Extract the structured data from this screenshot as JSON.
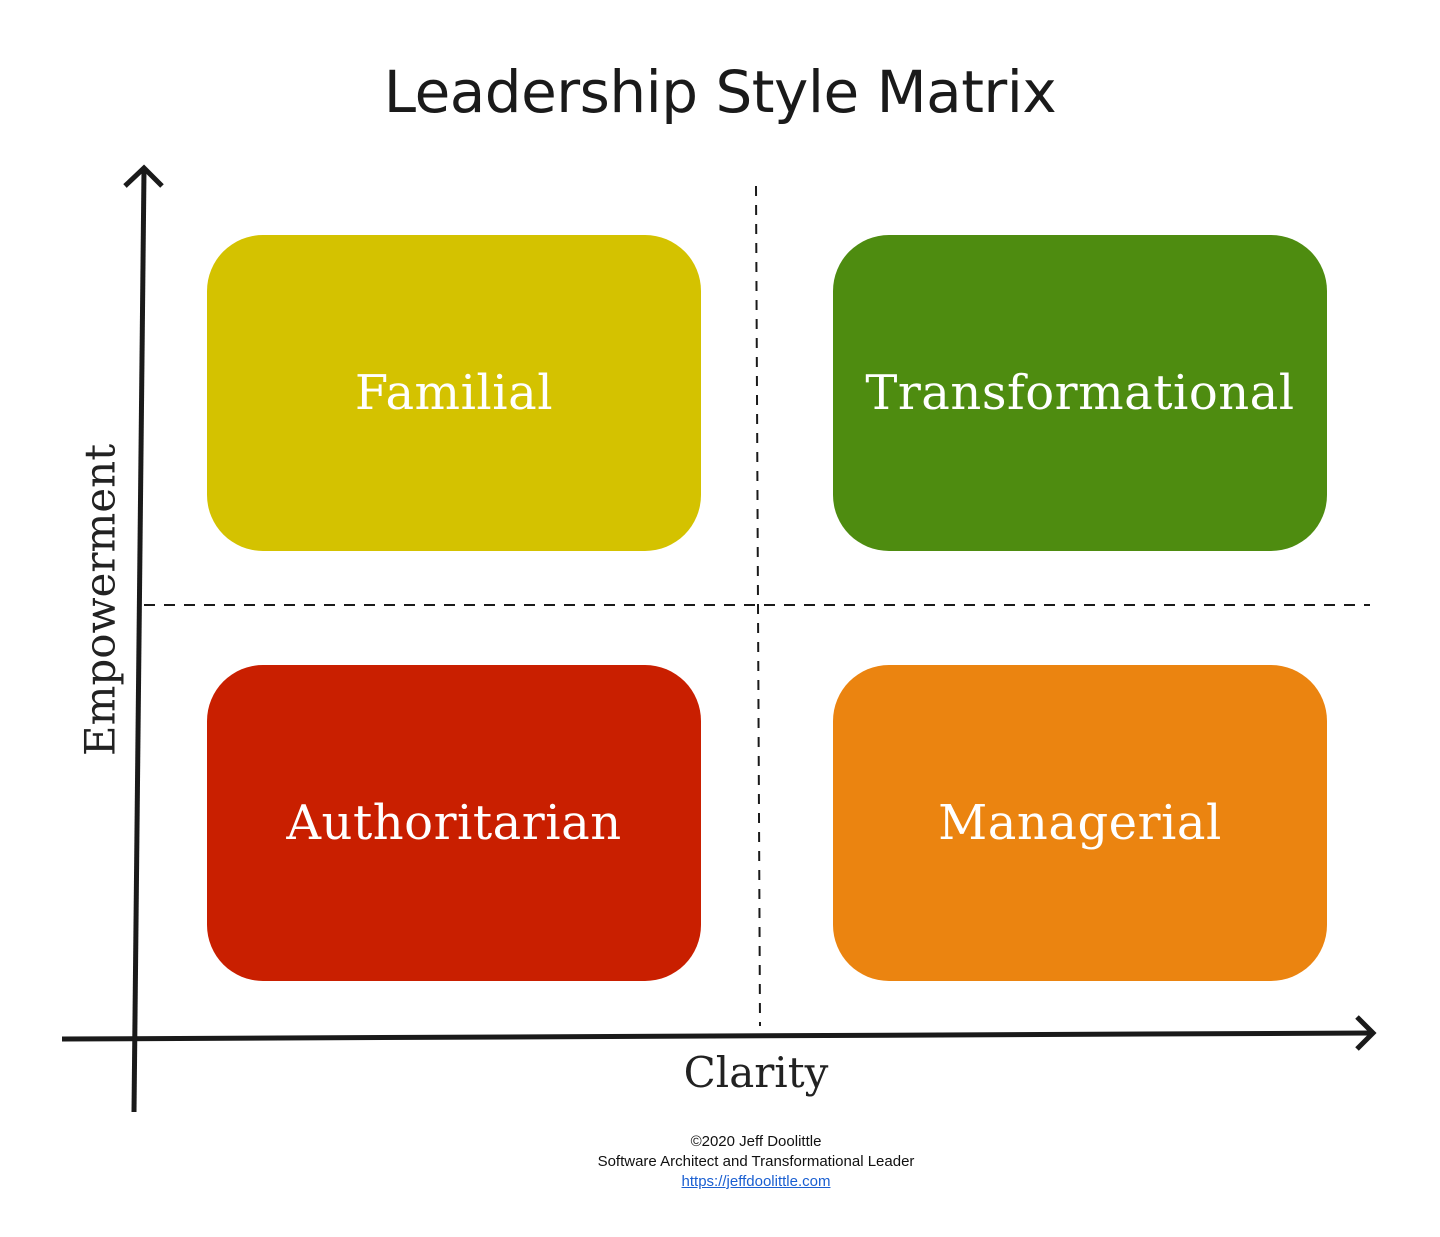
{
  "title": "Leadership Style Matrix",
  "axes": {
    "x_label": "Clarity",
    "y_label": "Empowerment"
  },
  "quadrants": [
    {
      "position": "top-left",
      "label": "Familial",
      "color": "#D4C200"
    },
    {
      "position": "top-right",
      "label": "Transformational",
      "color": "#4E8C10"
    },
    {
      "position": "bottom-left",
      "label": "Authoritarian",
      "color": "#C91F00"
    },
    {
      "position": "bottom-right",
      "label": "Managerial",
      "color": "#EB8410"
    }
  ],
  "footer": {
    "copyright": "©2020 Jeff Doolittle",
    "tagline": "Software Architect and Transformational Leader",
    "link": "https://jeffdoolittle.com"
  },
  "colors": {
    "axis": "#1a1a1a",
    "divider": "#1a1a1a",
    "link": "#1a5fd1"
  }
}
